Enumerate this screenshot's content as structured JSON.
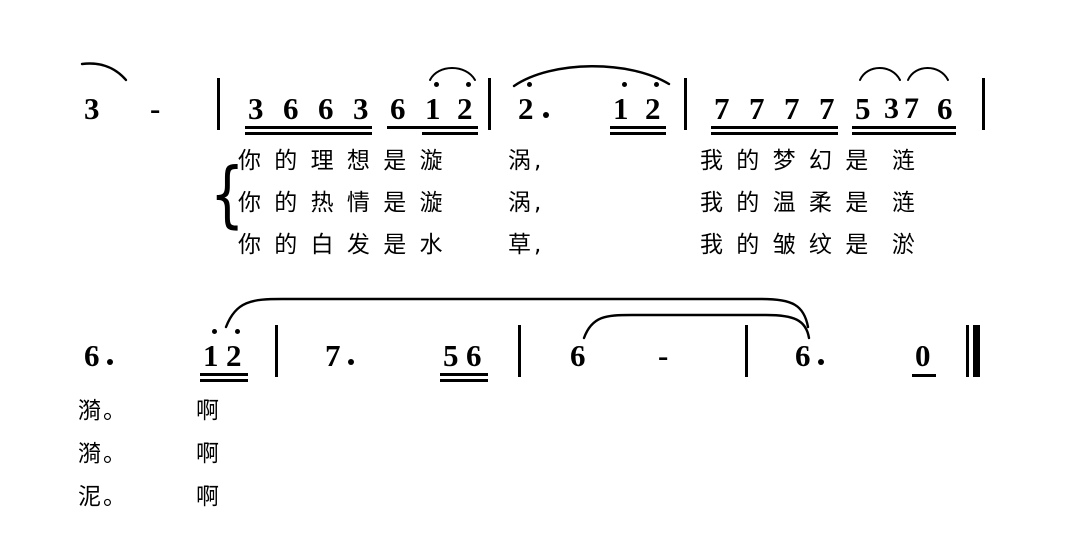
{
  "document": {
    "type": "jianpu-numbered-musical-notation",
    "language": "zh"
  },
  "systems": [
    {
      "id": "system-1",
      "measures": [
        {
          "id": "m0-pickup",
          "notes": [
            {
              "text": "3",
              "dots_above": 0,
              "dotted": false,
              "beams": 0
            },
            {
              "text": "-",
              "dots_above": 0,
              "dotted": false,
              "beams": 0
            }
          ]
        },
        {
          "id": "m1",
          "notes": [
            {
              "text": "3",
              "dots_above": 0,
              "dotted": false,
              "beams": 2
            },
            {
              "text": "6",
              "dots_above": 0,
              "dotted": false,
              "beams": 2
            },
            {
              "text": "6",
              "dots_above": 0,
              "dotted": false,
              "beams": 2
            },
            {
              "text": "3",
              "dots_above": 0,
              "dotted": false,
              "beams": 2
            },
            {
              "text": "6",
              "dots_above": 0,
              "dotted": false,
              "beams": 1
            },
            {
              "text": "1",
              "dots_above": 1,
              "dotted": false,
              "beams": 2
            },
            {
              "text": "2",
              "dots_above": 1,
              "dotted": false,
              "beams": 2
            }
          ]
        },
        {
          "id": "m2",
          "notes": [
            {
              "text": "2",
              "dots_above": 1,
              "dotted": true,
              "beams": 0
            },
            {
              "text": "1",
              "dots_above": 1,
              "dotted": false,
              "beams": 2
            },
            {
              "text": "2",
              "dots_above": 1,
              "dotted": false,
              "beams": 2
            }
          ]
        },
        {
          "id": "m3",
          "notes": [
            {
              "text": "7",
              "dots_above": 0,
              "dotted": false,
              "beams": 2
            },
            {
              "text": "7",
              "dots_above": 0,
              "dotted": false,
              "beams": 2
            },
            {
              "text": "7",
              "dots_above": 0,
              "dotted": false,
              "beams": 2
            },
            {
              "text": "7",
              "dots_above": 0,
              "dotted": false,
              "beams": 2
            },
            {
              "text": "5",
              "dots_above": 0,
              "dotted": false,
              "beams": 2
            },
            {
              "text": "3",
              "dots_above": 0,
              "dotted": false,
              "beams": 2
            },
            {
              "text": "7",
              "dots_above": 0,
              "dotted": false,
              "beams": 2
            },
            {
              "text": "6",
              "dots_above": 0,
              "dotted": false,
              "beams": 2
            }
          ]
        }
      ],
      "lyrics": [
        {
          "verse": 1,
          "left": "你 的 理 想 是 漩",
          "mid": "涡,",
          "right": "我 的 梦 幻 是  涟"
        },
        {
          "verse": 2,
          "left": "你 的 热 情 是 漩",
          "mid": "涡,",
          "right": "我 的 温 柔 是  涟"
        },
        {
          "verse": 3,
          "left": "你 的 白 发 是 水",
          "mid": "草,",
          "right": "我 的 皱 纹 是  淤"
        }
      ],
      "brace": "{"
    },
    {
      "id": "system-2",
      "measures": [
        {
          "id": "m4",
          "notes": [
            {
              "text": "6",
              "dots_above": 0,
              "dotted": true,
              "beams": 0
            },
            {
              "text": "1",
              "dots_above": 1,
              "dotted": false,
              "beams": 2
            },
            {
              "text": "2",
              "dots_above": 1,
              "dotted": false,
              "beams": 2
            }
          ]
        },
        {
          "id": "m5",
          "notes": [
            {
              "text": "7",
              "dots_above": 0,
              "dotted": true,
              "beams": 0
            },
            {
              "text": "5",
              "dots_above": 0,
              "dotted": false,
              "beams": 2
            },
            {
              "text": "6",
              "dots_above": 0,
              "dotted": false,
              "beams": 2
            }
          ]
        },
        {
          "id": "m6",
          "notes": [
            {
              "text": "6",
              "dots_above": 0,
              "dotted": false,
              "beams": 0
            },
            {
              "text": "-",
              "dots_above": 0,
              "dotted": false,
              "beams": 0
            }
          ]
        },
        {
          "id": "m7",
          "notes": [
            {
              "text": "6",
              "dots_above": 0,
              "dotted": true,
              "beams": 0
            },
            {
              "text": "0",
              "dots_above": 0,
              "dotted": false,
              "beams": 1
            }
          ]
        }
      ],
      "lyrics": [
        {
          "verse": 1,
          "left": "漪。",
          "right": "啊"
        },
        {
          "verse": 2,
          "left": "漪。",
          "right": "啊"
        },
        {
          "verse": 3,
          "left": "泥。",
          "right": "啊"
        }
      ],
      "ending": "final-double-barline"
    }
  ],
  "glyphs": {
    "note_s1_m0_n1": "3",
    "note_s1_m0_n2": "-",
    "note_s1_m1_n1": "3",
    "note_s1_m1_n2": "6",
    "note_s1_m1_n3": "6",
    "note_s1_m1_n4": "3",
    "note_s1_m1_n5": "6",
    "note_s1_m1_n6": "1",
    "note_s1_m1_n7": "2",
    "note_s1_m2_n1": "2",
    "note_s1_m2_n2": "1",
    "note_s1_m2_n3": "2",
    "note_s1_m3_n1": "7",
    "note_s1_m3_n2": "7",
    "note_s1_m3_n3": "7",
    "note_s1_m3_n4": "7",
    "note_s1_m3_n5": "5",
    "note_s1_m3_n6": "3",
    "note_s1_m3_n7": "7",
    "note_s1_m3_n8": "6",
    "note_s2_m4_n1": "6",
    "note_s2_m4_n2": "1",
    "note_s2_m4_n3": "2",
    "note_s2_m5_n1": "7",
    "note_s2_m5_n2": "5",
    "note_s2_m5_n3": "6",
    "note_s2_m6_n1": "6",
    "note_s2_m6_n2": "-",
    "note_s2_m7_n1": "6",
    "note_s2_m7_n2": "0",
    "lyric_s1_v1_left": "你 的 理 想 是 漩",
    "lyric_s1_v1_mid": "涡,",
    "lyric_s1_v1_right": "我 的 梦 幻 是  涟",
    "lyric_s1_v2_left": "你 的 热 情 是 漩",
    "lyric_s1_v2_mid": "涡,",
    "lyric_s1_v2_right": "我 的 温 柔 是  涟",
    "lyric_s1_v3_left": "你 的 白 发 是 水",
    "lyric_s1_v3_mid": "草,",
    "lyric_s1_v3_right": "我 的 皱 纹 是  淤",
    "lyric_s2_v1_left": "漪。",
    "lyric_s2_v1_right": "啊",
    "lyric_s2_v2_left": "漪。",
    "lyric_s2_v2_right": "啊",
    "lyric_s2_v3_left": "泥。",
    "lyric_s2_v3_right": "啊",
    "brace_s1": "{"
  }
}
